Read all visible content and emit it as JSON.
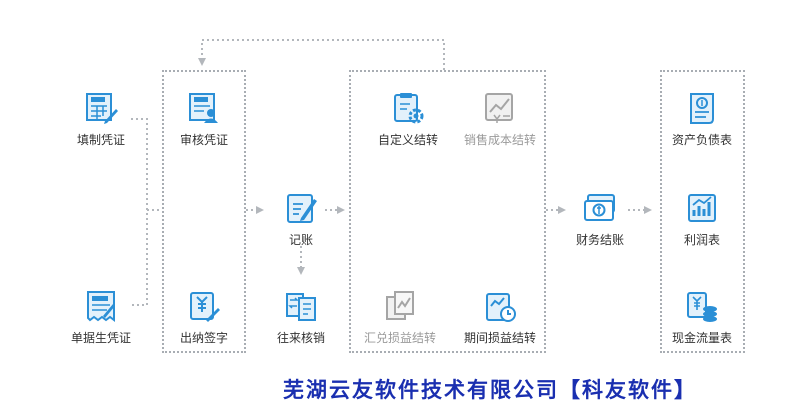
{
  "colors": {
    "accent": "#2b8fd6",
    "muted": "#a5a5a5",
    "connector": "#b3b7bc",
    "footer": "#1a2fb0"
  },
  "nodes": {
    "fill_voucher": {
      "label": "填制凭证",
      "icon": "voucher-edit-icon"
    },
    "bill_voucher": {
      "label": "单据生凭证",
      "icon": "bill-voucher-icon"
    },
    "review_voucher": {
      "label": "审核凭证",
      "icon": "voucher-review-icon"
    },
    "cashier_sign": {
      "label": "出纳签字",
      "icon": "cashier-sign-icon"
    },
    "bookkeeping": {
      "label": "记账",
      "icon": "bookkeeping-icon"
    },
    "reconcile": {
      "label": "往来核销",
      "icon": "reconcile-icon"
    },
    "custom_transfer": {
      "label": "自定义结转",
      "icon": "custom-transfer-icon"
    },
    "sales_cost": {
      "label": "销售成本结转",
      "icon": "sales-cost-icon"
    },
    "exchange_gain": {
      "label": "汇兑损益结转",
      "icon": "exchange-gain-icon"
    },
    "period_gain": {
      "label": "期间损益结转",
      "icon": "period-gain-icon"
    },
    "financial_close": {
      "label": "财务结账",
      "icon": "financial-close-icon"
    },
    "balance_sheet": {
      "label": "资产负债表",
      "icon": "balance-sheet-icon"
    },
    "income_statement": {
      "label": "利润表",
      "icon": "income-statement-icon"
    },
    "cash_flow": {
      "label": "现金流量表",
      "icon": "cash-flow-icon"
    }
  },
  "footer": {
    "text": "芜湖云友软件技术有限公司【科友软件】"
  }
}
